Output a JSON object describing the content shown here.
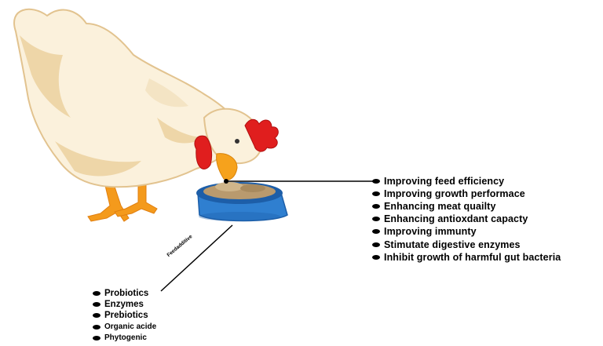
{
  "feed_additive_label": "Feedadditive",
  "benefits": [
    "Improving feed efficiency",
    "Improving growth performace",
    "Enhancing meat quailty",
    "Enhancing antioxdant capacty",
    "Improving immunty",
    "Stimutate digestive enzymes",
    "Inhibit growth of harmful gut bacteria"
  ],
  "additives": [
    "Probiotics",
    "Enzymes",
    "Prebiotics",
    "Organic acide",
    "Phytogenic"
  ],
  "colors": {
    "feather": "#fbf1dc",
    "feather_shade": "#eed6a8",
    "comb": "#e01e1e",
    "beak": "#f6a21c",
    "legs": "#f49a1c",
    "bowl": "#2f7fd0",
    "bowl_dark": "#1d5ea8",
    "feed": "#b99a6e"
  }
}
